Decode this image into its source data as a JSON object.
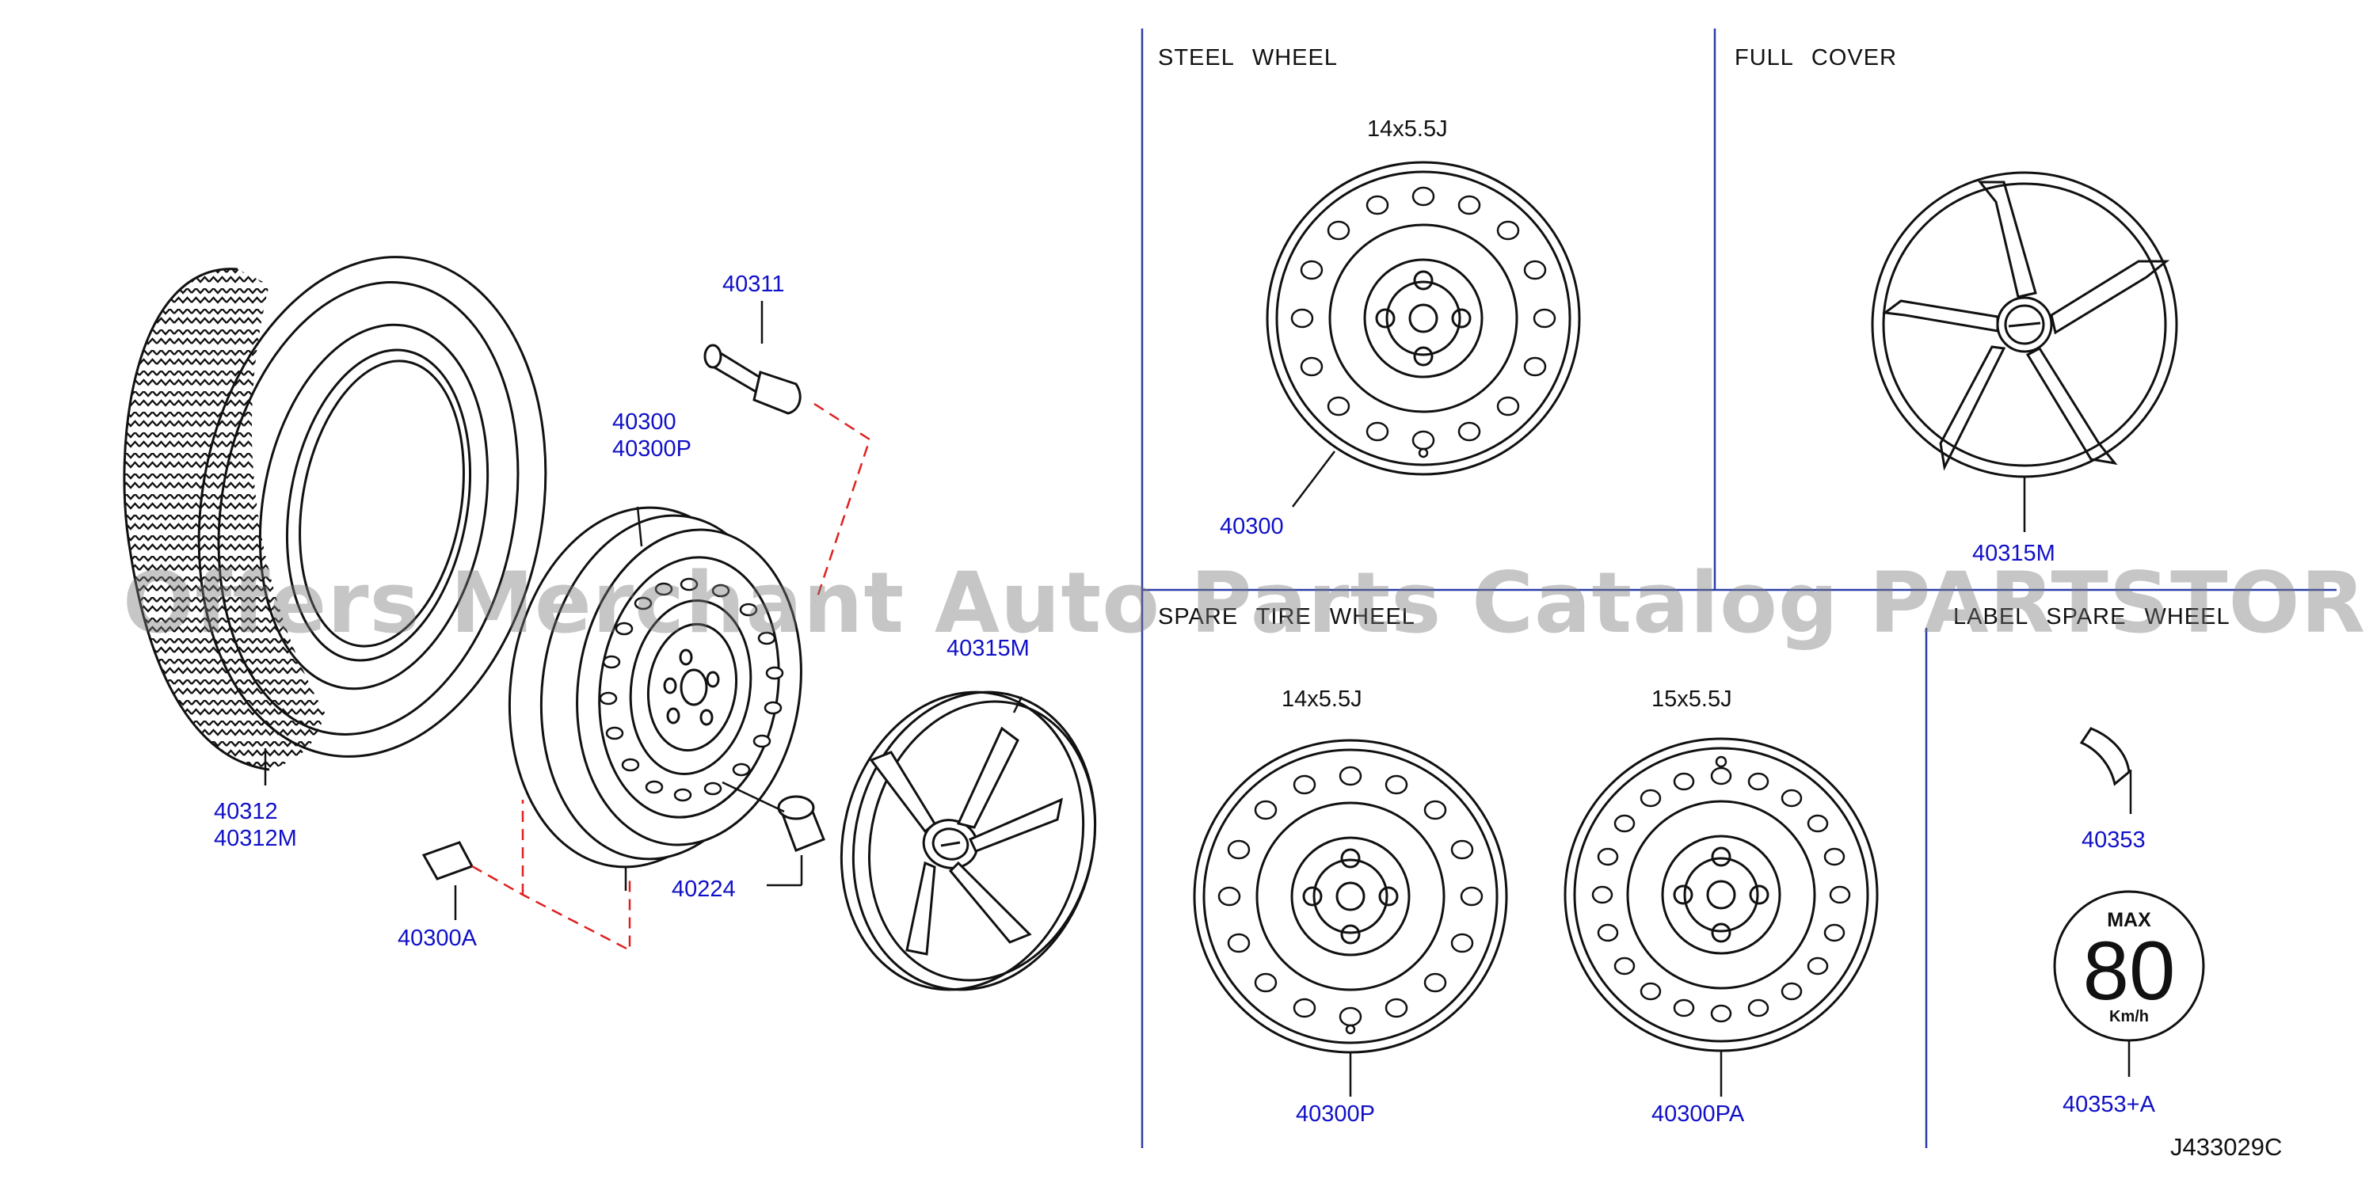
{
  "watermark": "Offers Merchant Auto Parts Catalog PARTSTORE.SA",
  "drawing_id": "J433029C",
  "sections": {
    "steel_wheel": "STEEL WHEEL",
    "full_cover": "FULL COVER",
    "spare_tire_wheel": "SPARE TIRE WHEEL",
    "label_spare_wheel": "LABEL SPARE WHEEL"
  },
  "sizes": {
    "steel": "14x5.5J",
    "spare_14": "14x5.5J",
    "spare_15": "15x5.5J"
  },
  "parts": {
    "valve": "40311",
    "wheel": "40300",
    "wheel_p": "40300P",
    "tire": "40312",
    "tire_m": "40312M",
    "nut": "40224",
    "weight": "40300A",
    "cover_exploded": "40315M",
    "steel_wheel": "40300",
    "full_cover": "40315M",
    "spare_14": "40300P",
    "spare_15": "40300PA",
    "label": "40353",
    "label_a": "40353+A"
  },
  "speed_label": {
    "top": "MAX",
    "value": "80",
    "unit": "Km/h"
  },
  "colors": {
    "part_number": "#1010c8",
    "divider": "#2b3fa8",
    "leader_dashed": "#e02020",
    "line_art": "#111111"
  }
}
